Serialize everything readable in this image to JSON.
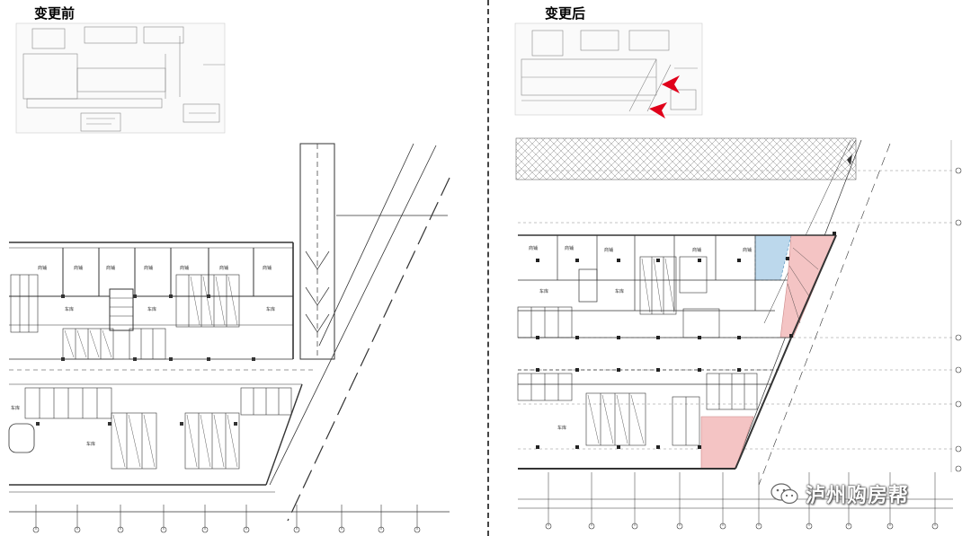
{
  "labels": {
    "before": "变更前",
    "after": "变更后"
  },
  "watermark": {
    "text": "泸州购房帮",
    "icon": "wechat-icon"
  },
  "colors": {
    "line": "#333333",
    "highlight_red": "#f4c4c4",
    "highlight_blue": "#bcd8ec",
    "arrow_red": "#e0001a"
  },
  "plan_before": {
    "room_labels": [
      "商铺",
      "商铺",
      "商铺",
      "商铺",
      "商铺",
      "商铺",
      "商铺",
      "车库",
      "车库",
      "车库",
      "车库",
      "车库"
    ]
  },
  "plan_after": {
    "room_labels": [
      "商铺",
      "商铺",
      "商铺",
      "商铺",
      "商铺",
      "车库",
      "车库",
      "车库"
    ]
  }
}
